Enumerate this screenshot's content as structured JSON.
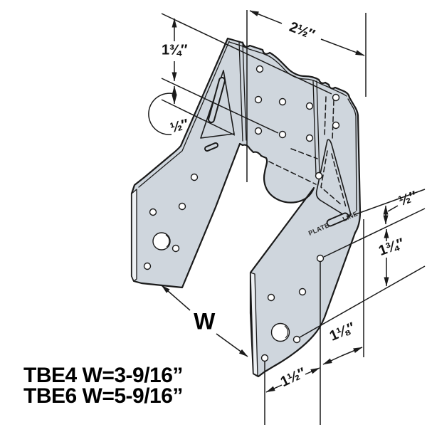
{
  "drawing_type": "isometric technical drawing of truss bearing enhancer connector",
  "dims": {
    "plate_top": "1¾″",
    "plate_offset": "½″",
    "top_width": "2½″",
    "seat_offset": "½″",
    "seat_height": "1¾″",
    "toe_width": "1⅛″",
    "heel_width": "1½″"
  },
  "width_symbol": "W",
  "plate_line": {
    "plate": "PLATE",
    "line": "LINE"
  },
  "footer": {
    "line1": "TBE4 W=3-9/16”",
    "line2": "TBE6 W=5-9/16”"
  },
  "colors": {
    "metal": "#cfd6dd",
    "outline": "#1a1a1a",
    "edge_highlight": "#eef1f4",
    "background": "#ffffff"
  }
}
